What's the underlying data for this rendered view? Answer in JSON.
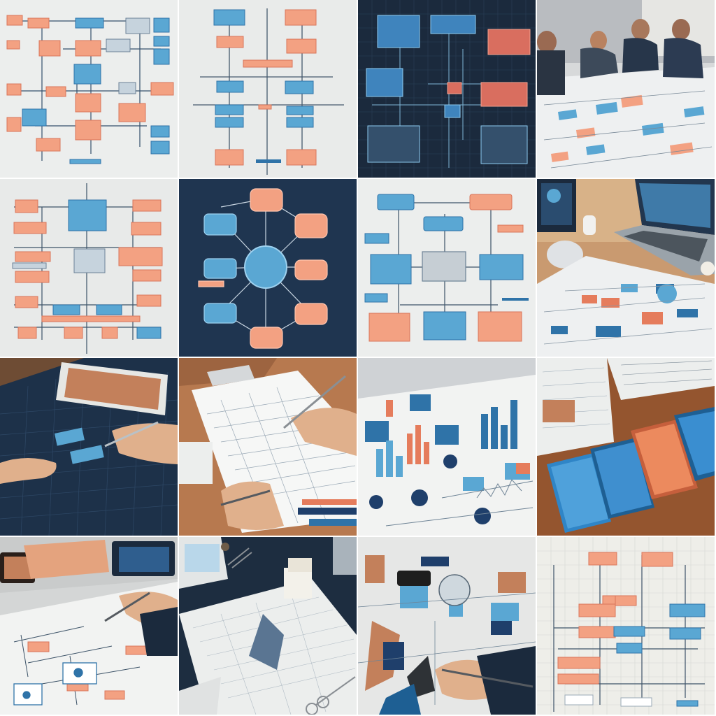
{
  "image": {
    "layout": "4x4 collage",
    "tile_count": 16
  },
  "palette": {
    "salmon": "#f3a182",
    "salmon_dark": "#e57c5c",
    "blue": "#5aa7d3",
    "blue_dark": "#2f73a8",
    "navy": "#1b3048",
    "paper": "#eef0ef",
    "wood": "#b7794f"
  },
  "tiles": [
    {
      "subject": "flowchart-on-paper-many-boxes"
    },
    {
      "subject": "vertical-flowchart-on-paper"
    },
    {
      "subject": "dark-blueprint-diagram"
    },
    {
      "subject": "team-meeting-around-table"
    },
    {
      "subject": "block-diagram-on-paper"
    },
    {
      "subject": "radial-hub-diagram-on-navy"
    },
    {
      "subject": "flowchart-with-central-node"
    },
    {
      "subject": "laptop-and-papers-on-desk"
    },
    {
      "subject": "hand-on-dark-grid-board"
    },
    {
      "subject": "hand-writing-on-clipboard"
    },
    {
      "subject": "charts-and-infographics-spread"
    },
    {
      "subject": "blue-and-orange-books"
    },
    {
      "subject": "hand-drawing-sketch-diagram"
    },
    {
      "subject": "paper-with-scissors-and-objects"
    },
    {
      "subject": "hand-on-infographic-collage"
    },
    {
      "subject": "flowchart-on-grid-paper"
    }
  ]
}
